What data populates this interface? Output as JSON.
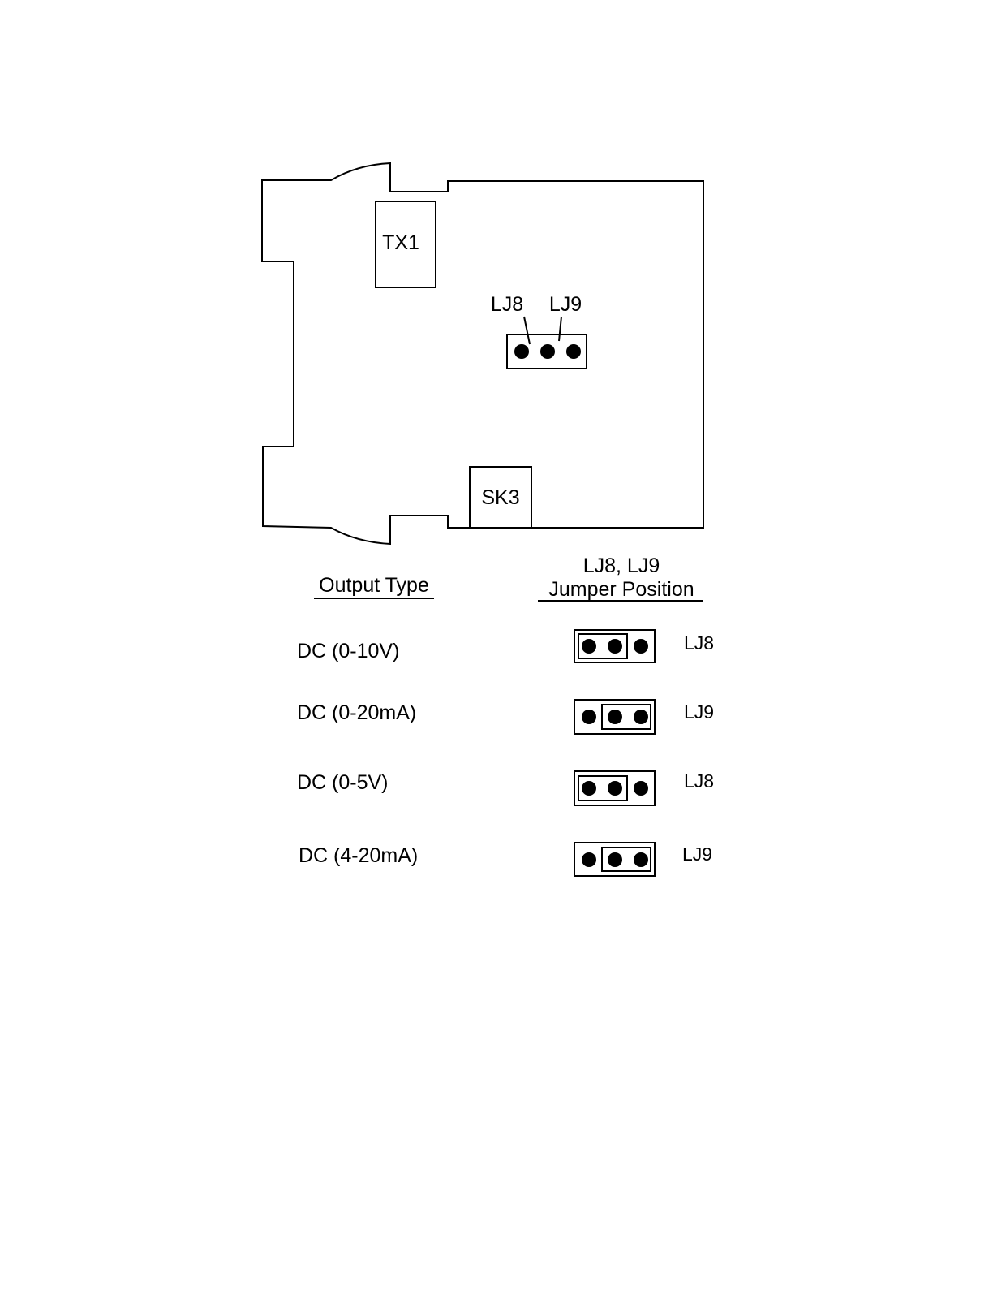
{
  "board": {
    "transformer_label": "TX1",
    "socket_label": "SK3",
    "jumper_left_label": "LJ8",
    "jumper_right_label": "LJ9"
  },
  "table": {
    "col_output_type": "Output Type",
    "col_jumper_line1": "LJ8, LJ9",
    "col_jumper_line2": "Jumper Position",
    "rows": [
      {
        "output": "DC (0-10V)",
        "jumper": "LJ8",
        "link": "left"
      },
      {
        "output": "DC (0-20mA)",
        "jumper": "LJ9",
        "link": "right"
      },
      {
        "output": "DC (0-5V)",
        "jumper": "LJ8",
        "link": "left"
      },
      {
        "output": "DC (4-20mA)",
        "jumper": "LJ9",
        "link": "right"
      }
    ]
  }
}
